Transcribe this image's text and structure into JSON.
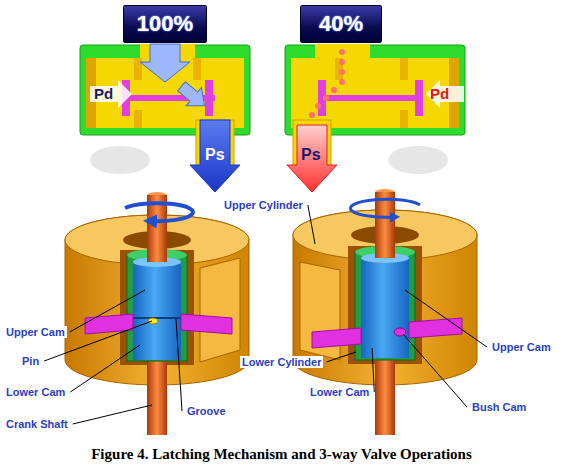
{
  "diagram": {
    "caption": "Figure 4. Latching Mechanism and 3-way Valve Operations",
    "nodes": [
      {
        "text": [
          "100%"
        ]
      },
      {
        "text": [
          "40%"
        ]
      }
    ],
    "labels": [
      "Pd",
      "Ps",
      "Pd",
      "Ps",
      "Upper Cylinder",
      "Upper Cam",
      "Pin",
      "Lower Cam",
      "Crank Shaft",
      "Groove",
      "Lower Cylinder",
      "Upper Cam",
      "Lower Cam",
      "Bush Cam"
    ]
  }
}
